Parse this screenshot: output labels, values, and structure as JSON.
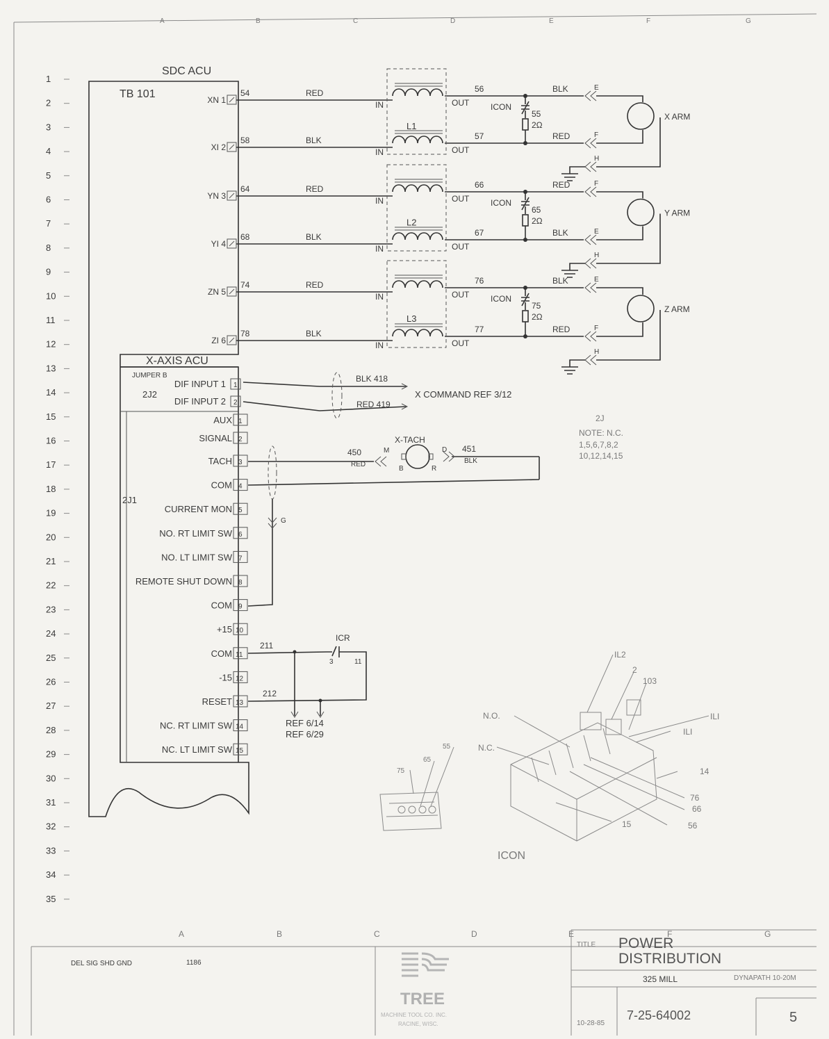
{
  "columns_top": [
    "A",
    "B",
    "C",
    "D",
    "E",
    "F",
    "G"
  ],
  "columns_bottom": [
    "A",
    "B",
    "C",
    "D",
    "E",
    "F",
    "G"
  ],
  "rows": [
    "1",
    "2",
    "3",
    "4",
    "5",
    "6",
    "7",
    "8",
    "9",
    "10",
    "11",
    "12",
    "13",
    "14",
    "15",
    "16",
    "17",
    "18",
    "19",
    "20",
    "21",
    "22",
    "23",
    "24",
    "25",
    "26",
    "27",
    "28",
    "29",
    "30",
    "31",
    "32",
    "33",
    "34",
    "35"
  ],
  "sdc": {
    "title": "SDC ACU",
    "terminal_block": "TB 101",
    "terminals": [
      {
        "label": "XN 1",
        "wire": "54",
        "color": "RED",
        "out_wire": "56",
        "side": "IN",
        "out": "OUT"
      },
      {
        "label": "XI 2",
        "wire": "58",
        "color": "BLK",
        "out_wire": "57",
        "side": "IN",
        "out": "OUT"
      },
      {
        "label": "YN 3",
        "wire": "64",
        "color": "RED",
        "out_wire": "66",
        "side": "IN",
        "out": "OUT"
      },
      {
        "label": "YI 4",
        "wire": "68",
        "color": "BLK",
        "out_wire": "67",
        "side": "IN",
        "out": "OUT"
      },
      {
        "label": "ZN 5",
        "wire": "74",
        "color": "RED",
        "out_wire": "76",
        "side": "IN",
        "out": "OUT"
      },
      {
        "label": "ZI 6",
        "wire": "78",
        "color": "BLK",
        "out_wire": "77",
        "side": "IN",
        "out": "OUT"
      }
    ],
    "inductors": [
      "L1",
      "L2",
      "L3"
    ],
    "contact": "ICON",
    "resistor": "2Ω",
    "resistor_wires": [
      "55",
      "65",
      "75"
    ],
    "motors": [
      {
        "name": "X ARM",
        "top_color": "BLK",
        "bottom_color": "RED",
        "pins": [
          "E",
          "F",
          "H"
        ]
      },
      {
        "name": "Y ARM",
        "top_color": "RED",
        "bottom_color": "BLK",
        "pins": [
          "F",
          "E",
          "H"
        ]
      },
      {
        "name": "Z ARM",
        "top_color": "BLK",
        "bottom_color": "RED",
        "pins": [
          "E",
          "F",
          "H"
        ]
      }
    ]
  },
  "xaxis": {
    "title": "X-AXIS ACU",
    "jumper": "JUMPER B",
    "conn_2j2": "2J2",
    "conn_2j1": "2J1",
    "inputs": [
      {
        "label": "DIF INPUT 1",
        "pin": "1",
        "wire": "BLK 418"
      },
      {
        "label": "DIF INPUT 2",
        "pin": "2",
        "wire": "RED 419"
      }
    ],
    "command_ref": "X COMMAND REF 3/12",
    "pins": [
      {
        "label": "AUX",
        "pin": "1"
      },
      {
        "label": "SIGNAL",
        "pin": "2"
      },
      {
        "label": "TACH",
        "pin": "3"
      },
      {
        "label": "COM",
        "pin": "4"
      },
      {
        "label": "CURRENT MON",
        "pin": "5"
      },
      {
        "label": "NO. RT LIMIT SW",
        "pin": "6"
      },
      {
        "label": "NO. LT LIMIT SW",
        "pin": "7"
      },
      {
        "label": "REMOTE SHUT DOWN",
        "pin": "8"
      },
      {
        "label": "COM",
        "pin": "9"
      },
      {
        "label": "+15",
        "pin": "10"
      },
      {
        "label": "COM",
        "pin": "11"
      },
      {
        "label": "-15",
        "pin": "12"
      },
      {
        "label": "RESET",
        "pin": "13"
      },
      {
        "label": "NC. RT LIMIT SW",
        "pin": "14"
      },
      {
        "label": "NC. LT LIMIT SW",
        "pin": "15"
      }
    ],
    "tach": {
      "name": "X-TACH",
      "wire_a": "450",
      "color_a": "RED",
      "wire_b": "451",
      "color_b": "BLK",
      "pins": [
        "M",
        "B",
        "R",
        "D"
      ]
    },
    "ground": "G",
    "note_title": "2J",
    "note_line1": "NOTE: N.C.",
    "note_line2": "1,5,6,7,8,2",
    "note_line3": "10,12,14,15",
    "relay": {
      "name": "ICR",
      "pin_a": "3",
      "pin_b": "11",
      "wire_a": "211",
      "wire_b": "212"
    },
    "refs": [
      "REF 6/14",
      "REF 6/29"
    ]
  },
  "detail": {
    "caption": "ICON",
    "left_callouts": [
      "75",
      "65",
      "55"
    ],
    "callouts": [
      "IL2",
      "2",
      "103",
      "ILI",
      "ILI",
      "14",
      "76",
      "66",
      "56",
      "15",
      "N.O.",
      "N.C."
    ]
  },
  "titleblock": {
    "del_sig": "DEL SIG SHD GND",
    "rev": "1186",
    "company": "TREE",
    "company_line1": "MACHINE TOOL CO. INC.",
    "company_line2": "RACINE, WISC.",
    "title_label": "TITLE",
    "title_line1": "POWER",
    "title_line2": "DISTRIBUTION",
    "model": "325 MILL",
    "control": "DYNAPATH 10-20M",
    "drawing_no": "7-25-64002",
    "date": "10-28-85",
    "sheet": "5"
  }
}
